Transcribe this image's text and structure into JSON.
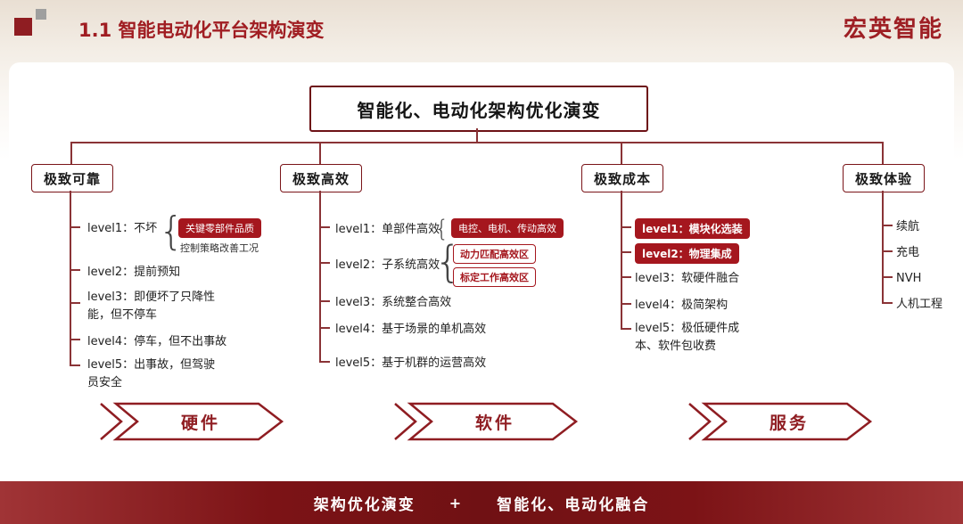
{
  "header": {
    "title": "1.1 智能电动化平台架构演变",
    "brand": "宏英智能"
  },
  "root": {
    "label": "智能化、电动化架构优化演变"
  },
  "branches": [
    {
      "title": "极致可靠",
      "items": [
        {
          "label": "level1：不坏",
          "annotations": [
            {
              "text": "关键零部件品质",
              "style": "badge-filled"
            },
            {
              "text": "控制策略改善工况",
              "style": "plain"
            }
          ]
        },
        {
          "label": "level2：提前预知"
        },
        {
          "label": "level3：即便坏了只降性能，但不停车"
        },
        {
          "label": "level4：停车，但不出事故"
        },
        {
          "label": "level5：出事故，但驾驶员安全"
        }
      ]
    },
    {
      "title": "极致高效",
      "items": [
        {
          "label": "level1：单部件高效",
          "annotations": [
            {
              "text": "电控、电机、传动高效",
              "style": "badge-filled"
            }
          ]
        },
        {
          "label": "level2：子系统高效",
          "annotations": [
            {
              "text": "动力匹配高效区",
              "style": "badge-outline"
            },
            {
              "text": "标定工作高效区",
              "style": "badge-outline"
            }
          ]
        },
        {
          "label": "level3：系统整合高效"
        },
        {
          "label": "level4：基于场景的单机高效"
        },
        {
          "label": "level5：基于机群的运营高效"
        }
      ]
    },
    {
      "title": "极致成本",
      "items": [
        {
          "label": "level1：模块化选装",
          "style": "badge-filled"
        },
        {
          "label": "level2：物理集成",
          "style": "badge-filled"
        },
        {
          "label": "level3：软硬件融合"
        },
        {
          "label": "level4：极简架构"
        },
        {
          "label": "level5：极低硬件成本、软件包收费"
        }
      ]
    },
    {
      "title": "极致体验",
      "items": [
        {
          "label": "续航"
        },
        {
          "label": "充电"
        },
        {
          "label": "NVH"
        },
        {
          "label": "人机工程"
        }
      ]
    }
  ],
  "arrows": [
    {
      "label": "硬件"
    },
    {
      "label": "软件"
    },
    {
      "label": "服务"
    }
  ],
  "footer": {
    "left": "架构优化演变",
    "plus": "+",
    "right": "智能化、电动化融合"
  },
  "colors": {
    "accent_red": "#A01D22",
    "badge_red": "#A5171E",
    "footer_bar": "#7C1316",
    "line": "#8A3336"
  }
}
